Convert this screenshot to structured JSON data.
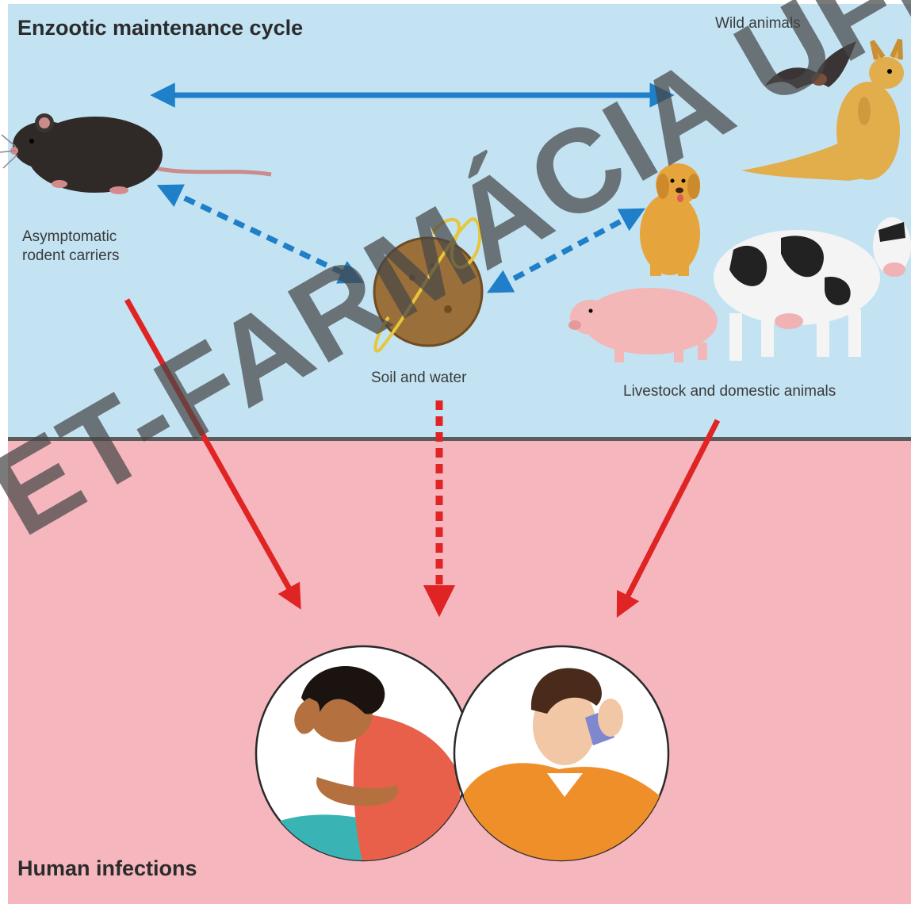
{
  "sections": {
    "top_title": "Enzootic maintenance cycle",
    "bottom_title": "Human infections"
  },
  "labels": {
    "wild_animals": "Wild animals",
    "rodent_line1": "Asymptomatic",
    "rodent_line2": "rodent carriers",
    "soil": "Soil and water",
    "livestock": "Livestock and domestic animals"
  },
  "watermark": "ET-FARMÁCIA UFF",
  "colors": {
    "top_background": "#c3e3f3",
    "bottom_background": "#f5b6be",
    "divider": "#5b5b5b",
    "enzootic_arrow": "#1f7fc8",
    "human_arrow": "#e02424"
  },
  "icons": [
    "rat-icon",
    "soil-ball-icon",
    "bat-icon",
    "kangaroo-icon",
    "dog-icon",
    "cow-icon",
    "pig-icon",
    "sick-woman-icon",
    "sick-man-icon"
  ]
}
